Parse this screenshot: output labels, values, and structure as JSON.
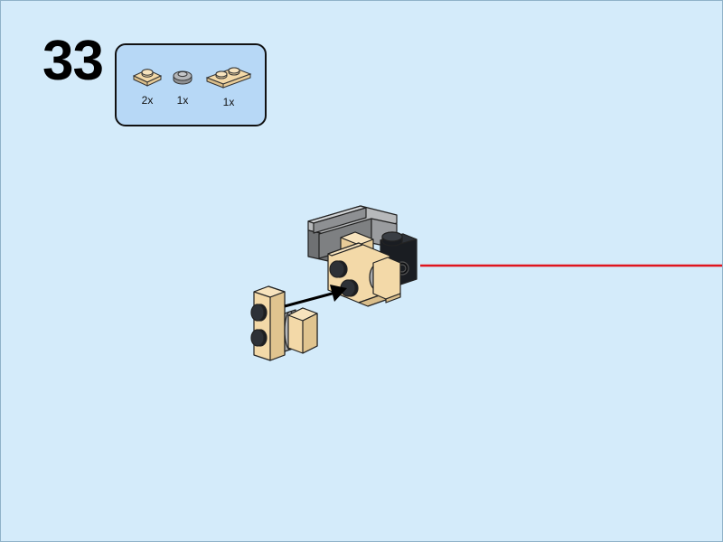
{
  "step": {
    "number": "33"
  },
  "parts_list": [
    {
      "name": "tan-plate-1x1",
      "qty": "2x",
      "color": "#f3d9a8"
    },
    {
      "name": "light-gray-round-tile-1x1",
      "qty": "1x",
      "color": "#a8aaad"
    },
    {
      "name": "tan-plate-1x2",
      "qty": "1x",
      "color": "#f3d9a8"
    }
  ],
  "colors": {
    "background": "#d4ebfa",
    "callout_fill": "#b7d8f6",
    "tan": "#f3d9a8",
    "dark_gray": "#6f7173",
    "light_gray": "#a8aaad",
    "black_brick": "#1a1d22",
    "guide_line": "#e0141d",
    "arrow": "#000000"
  }
}
